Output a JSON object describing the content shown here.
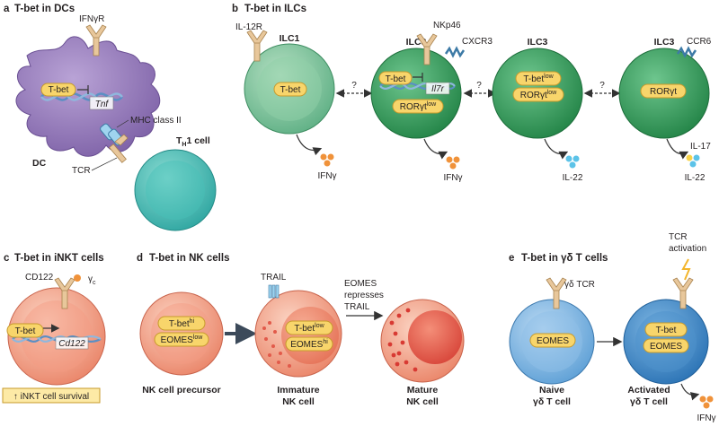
{
  "panels": {
    "a": {
      "letter": "a",
      "title": "T-bet in DCs"
    },
    "b": {
      "letter": "b",
      "title": "T-bet in ILCs"
    },
    "c": {
      "letter": "c",
      "title": "T-bet in iNKT cells"
    },
    "d": {
      "letter": "d",
      "title": "T-bet in NK cells"
    },
    "e": {
      "letter": "e",
      "title": "T-bet in γδ T cells"
    }
  },
  "a": {
    "receptor": "IFNγR",
    "tf": "T-bet",
    "gene": "Tnf",
    "mhc": "MHC class II",
    "dc": "DC",
    "tcr": "TCR",
    "th1_main": "T",
    "th1_sub": "H",
    "th1_rest": "1 cell"
  },
  "b": {
    "ilc1": {
      "name": "ILC1",
      "receptor": "IL-12R",
      "tf": "T-bet",
      "output": "IFNγ"
    },
    "ilc3a": {
      "name": "ILC3",
      "receptor1": "NKp46",
      "receptor2": "CXCR3",
      "tf": "T-bet",
      "gene": "Il7r",
      "tf2_main": "RORγt",
      "tf2_sup": "low",
      "output": "IFNγ"
    },
    "ilc3b": {
      "name": "ILC3",
      "tf1_main": "T-bet",
      "tf1_sup": "low",
      "tf2_main": "RORγt",
      "tf2_sup": "low",
      "output": "IL-22"
    },
    "ilc3c": {
      "name": "ILC3",
      "receptor": "CCR6",
      "tf": "RORγt",
      "output1": "IL-17",
      "output2": "IL-22"
    },
    "question": "?"
  },
  "c": {
    "receptor": "CD122",
    "gamma_main": "γ",
    "gamma_sub": "c",
    "tf": "T-bet",
    "gene": "Cd122",
    "survival": "↑ iNKT cell survival"
  },
  "d": {
    "precursor": {
      "tf1_main": "T-bet",
      "tf1_sup": "hi",
      "tf2_main": "EOMES",
      "tf2_sup": "low",
      "name": "NK cell precursor"
    },
    "immature": {
      "receptor": "TRAIL",
      "tf1_main": "T-bet",
      "tf1_sup": "low",
      "tf2_main": "EOMES",
      "tf2_sup": "hi",
      "name1": "Immature",
      "name2": "NK cell"
    },
    "arrow_text": [
      "EOMES",
      "represses",
      "TRAIL"
    ],
    "mature": {
      "name1": "Mature",
      "name2": "NK cell"
    }
  },
  "e": {
    "receptor": "γδ TCR",
    "naive": {
      "tf": "EOMES",
      "name1": "Naive",
      "name2": "γδ T cell"
    },
    "activation": [
      "TCR",
      "activation"
    ],
    "activated": {
      "tf1": "T-bet",
      "tf2": "EOMES",
      "name1": "Activated",
      "name2": "γδ T cell",
      "output": "IFNγ"
    }
  },
  "colors": {
    "pill": "#f8d56b",
    "pill_stroke": "#c79a2b",
    "dc": "#8f72b5",
    "th1": "#3db5b0",
    "ilc1": "#6cbd8f",
    "ilc3": "#2f9a57",
    "nk": "#ee8b72",
    "gd": "#4a92cf",
    "ifn": "#f0923a",
    "il22": "#5cc3e8",
    "receptor": "#e8c79b",
    "dna": "#6ea0cd"
  }
}
